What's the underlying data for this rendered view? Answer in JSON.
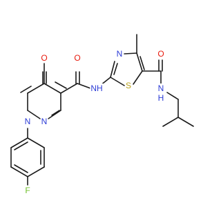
{
  "colors": {
    "bond": "#1a1a1a",
    "oxygen": "#e8190c",
    "nitrogen": "#2b3bd6",
    "sulfur": "#b8a11a",
    "fluorine": "#6fc02a",
    "carbon": "#1a1a1a"
  },
  "atoms": {
    "o_ring_ketone": "O",
    "o_amide_left": "O",
    "o_amide_right": "O",
    "nh_left": "NH",
    "n_thiazole": "N",
    "s_thiazole": "S",
    "nh_right": "N",
    "h_right": "H",
    "n_pyridazine_1": "N",
    "n_pyridazine_2": "N",
    "f_phenyl": "F"
  }
}
